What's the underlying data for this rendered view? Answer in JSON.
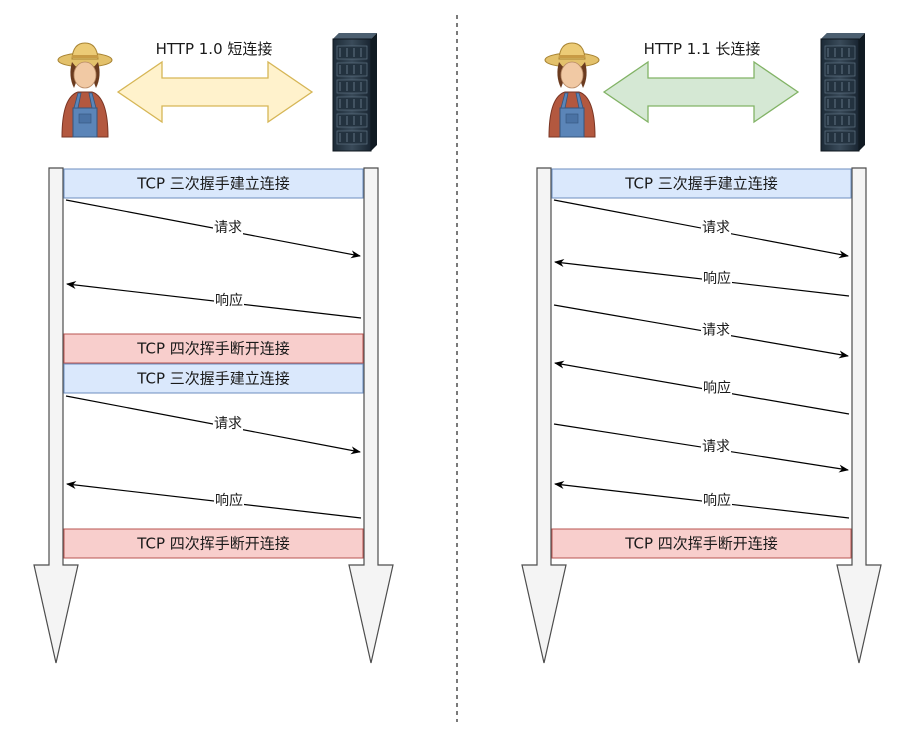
{
  "panels": [
    {
      "id": "left",
      "title": "HTTP 1.0 短连接",
      "arrow_color": "#fff2cc",
      "arrow_stroke": "#d6b656",
      "steps": [
        {
          "kind": "bar",
          "text": "TCP 三次握手建立连接",
          "fill": "#dae8fc",
          "stroke": "#6c8ebf"
        },
        {
          "kind": "msg",
          "dir": "right",
          "text": "请求"
        },
        {
          "kind": "msg",
          "dir": "left",
          "text": "响应"
        },
        {
          "kind": "bar",
          "text": "TCP 四次挥手断开连接",
          "fill": "#f8cecc",
          "stroke": "#b85450"
        },
        {
          "kind": "bar",
          "text": "TCP 三次握手建立连接",
          "fill": "#dae8fc",
          "stroke": "#6c8ebf"
        },
        {
          "kind": "msg",
          "dir": "right",
          "text": "请求"
        },
        {
          "kind": "msg",
          "dir": "left",
          "text": "响应"
        },
        {
          "kind": "bar",
          "text": "TCP 四次挥手断开连接",
          "fill": "#f8cecc",
          "stroke": "#b85450"
        }
      ]
    },
    {
      "id": "right",
      "title": "HTTP 1.1 长连接",
      "arrow_color": "#d5e8d4",
      "arrow_stroke": "#82b366",
      "steps": [
        {
          "kind": "bar",
          "text": "TCP 三次握手建立连接",
          "fill": "#dae8fc",
          "stroke": "#6c8ebf"
        },
        {
          "kind": "msg",
          "dir": "right",
          "text": "请求"
        },
        {
          "kind": "msg",
          "dir": "left",
          "text": "响应"
        },
        {
          "kind": "msg",
          "dir": "right",
          "text": "请求"
        },
        {
          "kind": "msg",
          "dir": "left",
          "text": "响应"
        },
        {
          "kind": "msg",
          "dir": "right",
          "text": "请求"
        },
        {
          "kind": "msg",
          "dir": "left",
          "text": "响应"
        },
        {
          "kind": "bar",
          "text": "TCP 四次挥手断开连接",
          "fill": "#f8cecc",
          "stroke": "#b85450"
        }
      ]
    }
  ],
  "icons": {
    "client": "farmer-user-icon",
    "server": "server-rack-icon"
  }
}
